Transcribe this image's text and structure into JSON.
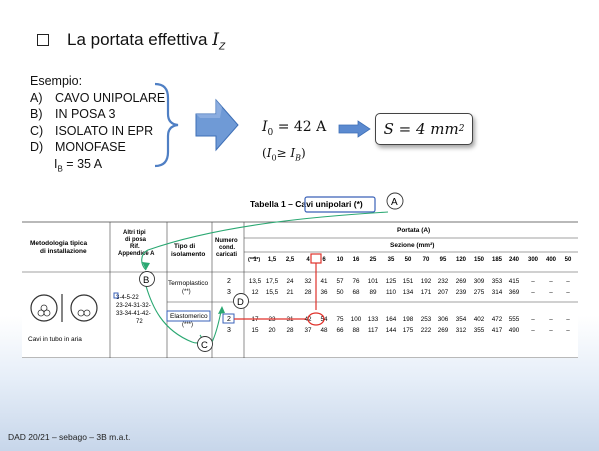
{
  "slide": {
    "title": "La portata effettiva",
    "title_symbol": "I",
    "title_subscript": "Z"
  },
  "example": {
    "heading": "Esempio:",
    "items": [
      {
        "key": "A)",
        "text": "CAVO UNIPOLARE"
      },
      {
        "key": "B)",
        "text": "IN POSA 3"
      },
      {
        "key": "C)",
        "text": "ISOLATO IN EPR"
      },
      {
        "key": "D)",
        "text": "MONOFASE"
      }
    ],
    "ib_symbol": "I",
    "ib_sub": "B",
    "ib_value": " = 35 A"
  },
  "result": {
    "i0": "I",
    "i0_sub": "0",
    "i0_value": " = 42 A",
    "cond_open": "(",
    "cond_i0": "I",
    "cond_i0_sub": "0",
    "cond_ge": "≥ ",
    "cond_ib": "I",
    "cond_ib_sub": "B",
    "cond_close": ")",
    "section": "S = 4 mm",
    "section_exp": "2"
  },
  "table": {
    "title": "Tabella 1 – Cavi unipolari (*)",
    "col_headers": {
      "method": [
        "Metodologia tipica",
        "di installazione"
      ],
      "other": [
        "Altri tipi",
        "di posa",
        "Rif.",
        "Appendice A"
      ],
      "insulation": [
        "Tipo di",
        "isolamento"
      ],
      "num_cond": [
        "Numero",
        "cond.",
        "caricati"
      ],
      "portata": "Portata (A)",
      "sezione": "Sezione (mm²)",
      "star": "(****)"
    },
    "sections": [
      "1",
      "1,5",
      "2,5",
      "4",
      "6",
      "10",
      "16",
      "25",
      "35",
      "50",
      "70",
      "95",
      "120",
      "150",
      "185",
      "240",
      "300",
      "400",
      "50"
    ],
    "posa_codes": [
      "3-4-5-22",
      "23-24-31-32-",
      "33-34-41-42-",
      "72"
    ],
    "method_caption": "Cavi in tubo in aria",
    "rows": [
      {
        "insulation": "Termoplastico",
        "ins_note": "(**)",
        "cond": "2",
        "values": [
          "13,5",
          "17,5",
          "24",
          "32",
          "41",
          "57",
          "76",
          "101",
          "125",
          "151",
          "192",
          "232",
          "269",
          "309",
          "353",
          "415",
          "–",
          "–",
          "–"
        ]
      },
      {
        "insulation": "",
        "ins_note": "",
        "cond": "3",
        "values": [
          "12",
          "15,5",
          "21",
          "28",
          "36",
          "50",
          "68",
          "89",
          "110",
          "134",
          "171",
          "207",
          "239",
          "275",
          "314",
          "369",
          "–",
          "–",
          "–"
        ]
      },
      {
        "insulation": "Elastomerico",
        "ins_note": "(***)",
        "cond": "2",
        "values": [
          "17",
          "23",
          "31",
          "42",
          "54",
          "75",
          "100",
          "133",
          "164",
          "198",
          "253",
          "306",
          "354",
          "402",
          "472",
          "555",
          "–",
          "–",
          "–"
        ]
      },
      {
        "insulation": "",
        "ins_note": "",
        "cond": "3",
        "values": [
          "15",
          "20",
          "28",
          "37",
          "48",
          "66",
          "88",
          "117",
          "144",
          "175",
          "222",
          "269",
          "312",
          "355",
          "417",
          "490",
          "–",
          "–",
          "–"
        ]
      }
    ],
    "markers": [
      "A",
      "B",
      "C",
      "D"
    ]
  },
  "footer": "DAD 20/21 – sebago – 3B m.a.t.",
  "colors": {
    "arrow_blue": "#4f7fc4",
    "connector_green": "#2aa872",
    "highlight_red": "#e0322b",
    "box_blue": "#3a62b8"
  }
}
